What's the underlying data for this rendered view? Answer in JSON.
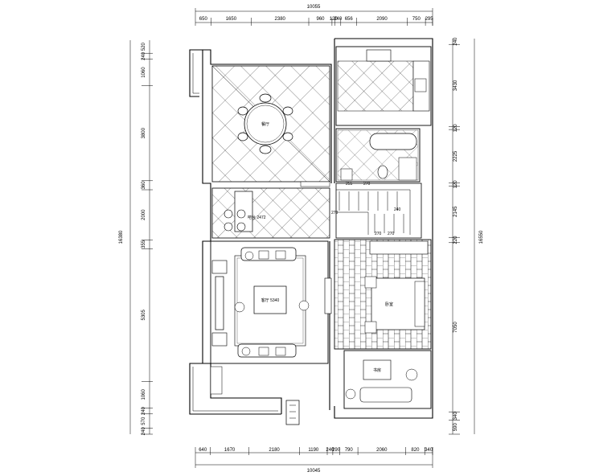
{
  "top_dims": {
    "overall": "10055",
    "segments": [
      "650",
      "1650",
      "2380",
      "960",
      "120",
      "240",
      "656",
      "2090",
      "750",
      "295"
    ]
  },
  "bottom_dims": {
    "overall": "10045",
    "segments": [
      "640",
      "1670",
      "2180",
      "1190",
      "240",
      "290",
      "790",
      "2060",
      "820",
      "340"
    ]
  },
  "left_dims": {
    "overall": "16380",
    "segments": [
      "520",
      "240",
      "1060",
      "3800",
      "360",
      "2000",
      "355",
      "5305",
      "1060",
      "240",
      "570",
      "240"
    ]
  },
  "right_dims": {
    "overall": "16550",
    "segments": [
      "240",
      "3430",
      "120",
      "2225",
      "120",
      "2145",
      "220",
      "7050",
      "340",
      "590"
    ]
  },
  "rooms": {
    "dining": "餐厅",
    "kitchen_bar": "吧台 2472",
    "living": "客厅 5340",
    "bedroom": "卧室",
    "study": "书房"
  },
  "stairs": {
    "labels": [
      "255",
      "270",
      "240",
      "270",
      "270",
      "270"
    ]
  }
}
